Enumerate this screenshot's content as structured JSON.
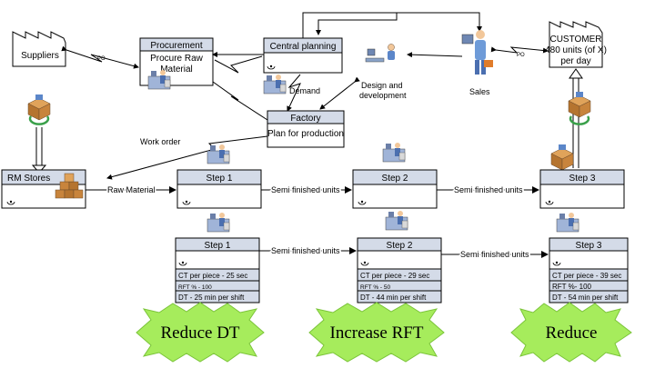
{
  "suppliers": {
    "label": "Suppliers"
  },
  "customer": {
    "line1": "CUSTOMER",
    "line2": "480 units (of X)",
    "line3": "per day"
  },
  "po_labels": {
    "supplier_po": "PO",
    "customer_po": "PO"
  },
  "procurement": {
    "title": "Procurement",
    "line1": "Procure Raw",
    "line2": "Material"
  },
  "central_planning": {
    "title": "Central planning"
  },
  "demand": {
    "label": "Demand"
  },
  "design": {
    "line1": "Design and",
    "line2": "development"
  },
  "sales": {
    "label": "Sales"
  },
  "factory": {
    "title": "Factory",
    "body": "Plan for production"
  },
  "work_order": {
    "label": "Work order"
  },
  "rm_stores": {
    "label": "RM Stores"
  },
  "flow_labels": {
    "raw_material": "Raw Material",
    "semi1": "Semi finished units",
    "semi2": "Semi finished units",
    "semi3": "Semi finished units",
    "semi4": "Semi finished units"
  },
  "steps_top": [
    {
      "title": "Step 1"
    },
    {
      "title": "Step 2"
    },
    {
      "title": "Step 3"
    }
  ],
  "steps_bottom": [
    {
      "title": "Step 1",
      "ct": "CT per piece -  25 sec",
      "rft": "RFT % - 100",
      "dt": "DT -  25 min per shift"
    },
    {
      "title": "Step 2",
      "ct": "CT per piece -  29 sec",
      "rft": "RFT % - 50",
      "dt": "DT - 44 min per shift"
    },
    {
      "title": "Step 3",
      "ct": "CT per piece -  39 sec",
      "rft": "RFT %- 100",
      "dt": "DT - 54 min per shift"
    }
  ],
  "bursts": [
    {
      "label": "Reduce DT"
    },
    {
      "label": "Increase RFT"
    },
    {
      "label": "Reduce"
    }
  ],
  "colors": {
    "header_fill": "#d4dbe8",
    "burst_fill": "#a6ec5c",
    "burst_stroke": "#7bc43a",
    "box_brown": "#c8843c",
    "person_blue": "#5b86c9"
  }
}
